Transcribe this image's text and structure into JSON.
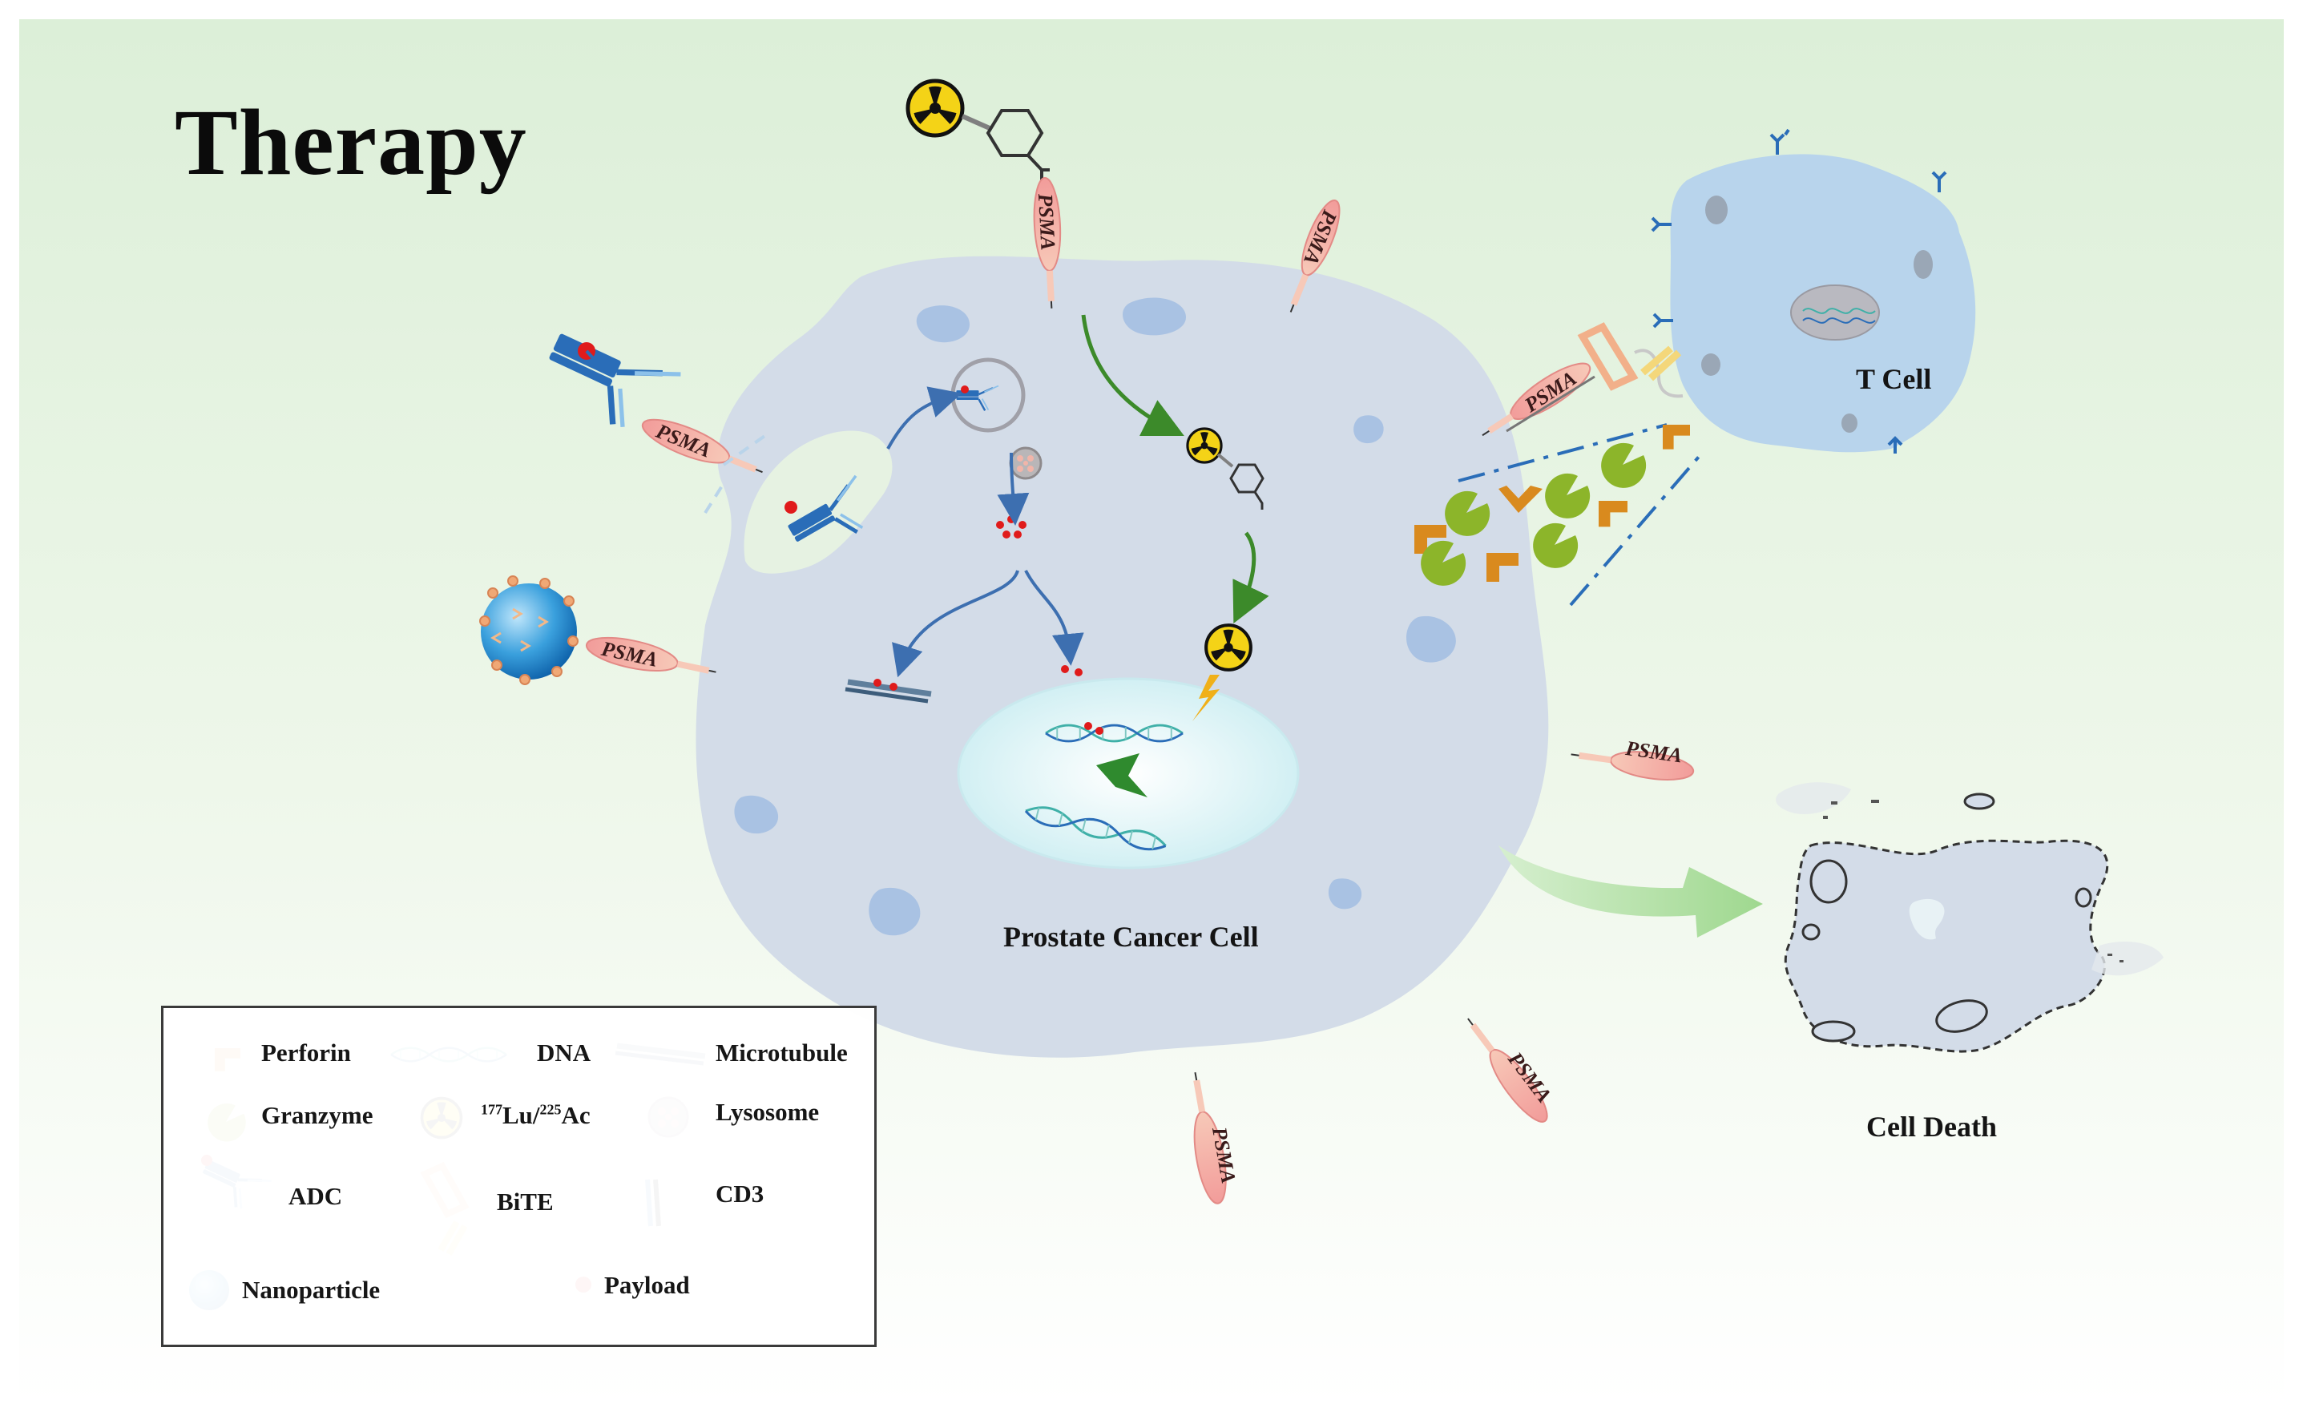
{
  "title": "Therapy",
  "labels": {
    "prostate_cancer_cell": "Prostate Cancer Cell",
    "t_cell": "T Cell",
    "cell_death": "Cell Death",
    "receptor": "PSMA"
  },
  "legend": {
    "perforin": "Perforin",
    "dna": "DNA",
    "microtubule": "Microtubule",
    "granzyme": "Granzyme",
    "radionuclide_lu_mass": "177",
    "radionuclide_lu": "Lu/",
    "radionuclide_ac_mass": "225",
    "radionuclide_ac": "Ac",
    "lysosome": "Lysosome",
    "adc": "ADC",
    "bite": "BiTE",
    "cd3": "CD3",
    "nanoparticle": "Nanoparticle",
    "payload": "Payload"
  },
  "colors": {
    "cancer_cell": "#d3dce8",
    "t_cell": "#b8d4ec",
    "psma": "#f2a7a0",
    "adc_blue": "#2a6db8",
    "payload": "#e01b1b",
    "perforin": "#d98a1e",
    "granzyme": "#8cb52a",
    "arrow_green": "#3c8a2a",
    "arrow_blue": "#3d6fb0",
    "radiation": "#f3d21a"
  }
}
